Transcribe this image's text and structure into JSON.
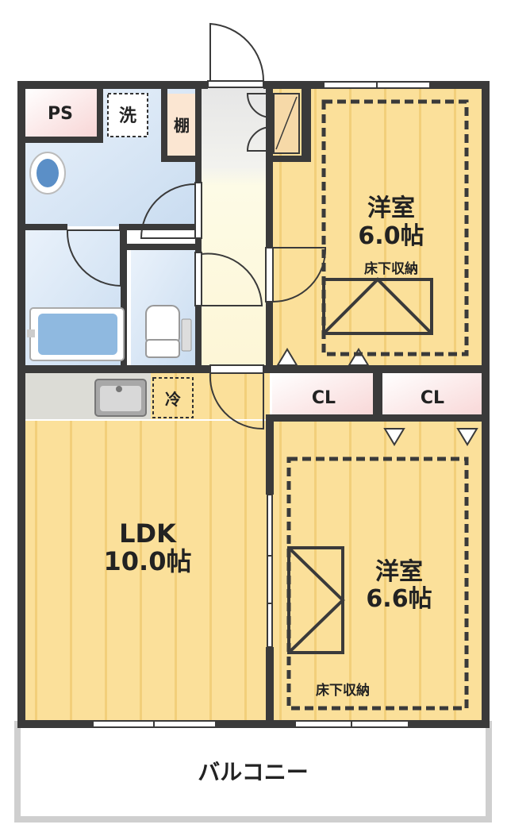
{
  "rooms": {
    "ps": "PS",
    "washer": "洗",
    "shelf": "棚",
    "fridge": "冷",
    "western1_name": "洋室",
    "western1_size": "6.0帖",
    "western1_storage": "床下収納",
    "closet1": "CL",
    "closet2": "CL",
    "ldk_name": "LDK",
    "ldk_size": "10.0帖",
    "western2_name": "洋室",
    "western2_size": "6.6帖",
    "western2_storage": "床下収納",
    "balcony": "バルコニー"
  },
  "colors": {
    "wall": "#3a3a3a",
    "floor_wood": "#fbe09a",
    "floor_wood_line": "#f2cf7a",
    "wet_area": "#dde9f6",
    "closet_pink": "#fbe6e6",
    "hall": "#fdf8dc",
    "storage_dash": "#333333"
  }
}
